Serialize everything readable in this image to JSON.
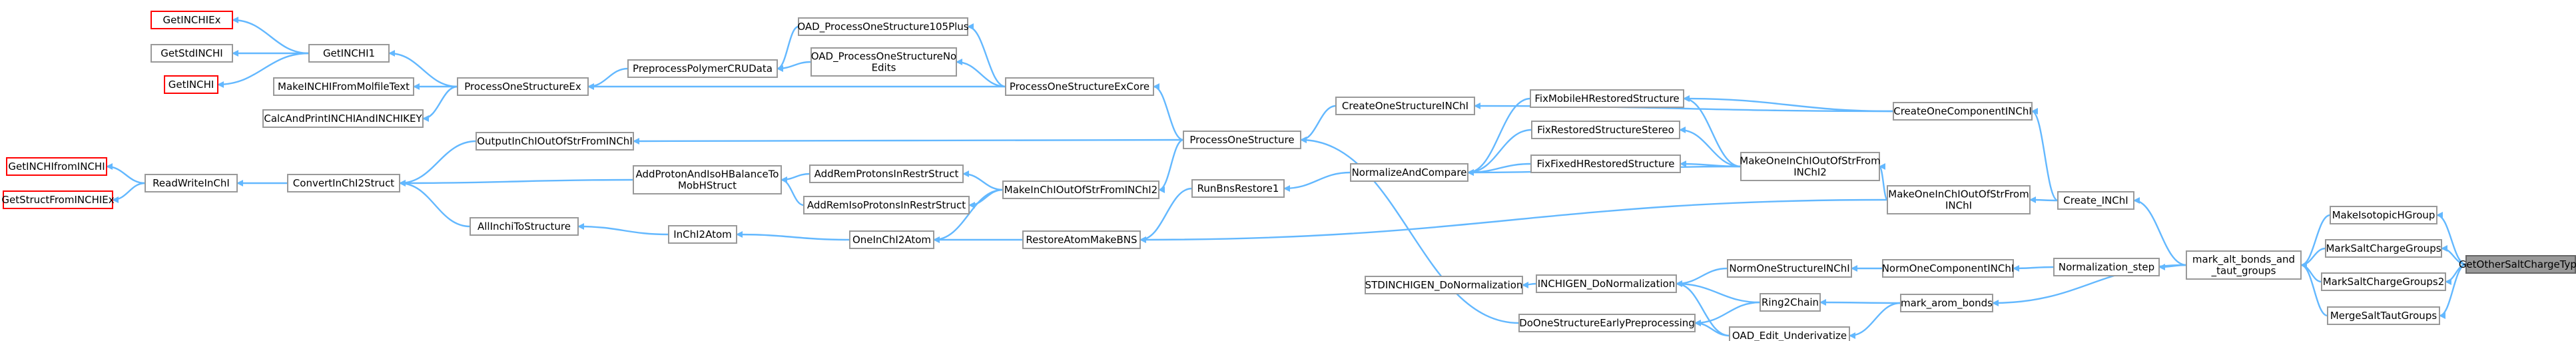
{
  "colors": {
    "edge": "#63b8ff",
    "node_border": "#999999",
    "node_border_red": "#ff0000",
    "focus_fill": "#999999"
  },
  "nodes": [
    {
      "id": "GetINCHIEx",
      "label": "GetINCHIEx",
      "style": "red"
    },
    {
      "id": "GetStdINCHI",
      "label": "GetStdINCHI",
      "style": "normal"
    },
    {
      "id": "GetINCHI",
      "label": "GetINCHI",
      "style": "red"
    },
    {
      "id": "GetINCHI1",
      "label": "GetINCHI1",
      "style": "normal"
    },
    {
      "id": "MakeINCHIFromMolfileText",
      "label": "MakeINCHIFromMolfileText",
      "style": "normal"
    },
    {
      "id": "CalcAndPrintINCHIAndINCHIKEY",
      "label": "CalcAndPrintINCHIAndINCHIKEY",
      "style": "normal"
    },
    {
      "id": "ProcessOneStructureEx",
      "label": "ProcessOneStructureEx",
      "style": "normal"
    },
    {
      "id": "PreprocessPolymerCRUData",
      "label": "PreprocessPolymerCRUData",
      "style": "normal"
    },
    {
      "id": "OAD_ProcessOneStructure105Plus",
      "label": "OAD_ProcessOneStructure105Plus",
      "style": "normal"
    },
    {
      "id": "OAD_ProcessOneStructureNoEdits",
      "label": "OAD_ProcessOneStructureNo\nEdits",
      "style": "normal"
    },
    {
      "id": "ProcessOneStructureExCore",
      "label": "ProcessOneStructureExCore",
      "style": "normal"
    },
    {
      "id": "ProcessOneStructure",
      "label": "ProcessOneStructure",
      "style": "normal"
    },
    {
      "id": "OutputInChIOutOfStrFromINChI",
      "label": "OutputInChIOutOfStrFromINChI",
      "style": "normal"
    },
    {
      "id": "GetINCHIfromINCHI",
      "label": "GetINCHIfromINCHI",
      "style": "red"
    },
    {
      "id": "GetStructFromINCHIEx",
      "label": "GetStructFromINCHIEx",
      "style": "red"
    },
    {
      "id": "ReadWriteInChI",
      "label": "ReadWriteInChI",
      "style": "normal"
    },
    {
      "id": "ConvertInChI2Struct",
      "label": "ConvertInChI2Struct",
      "style": "normal"
    },
    {
      "id": "AddProtonAndIsoHBalanceToMobHStruct",
      "label": "AddProtonAndIsoHBalanceTo\nMobHStruct",
      "style": "normal"
    },
    {
      "id": "AddRemProtonsInRestrStruct",
      "label": "AddRemProtonsInRestrStruct",
      "style": "normal"
    },
    {
      "id": "AddRemIsoProtonsInRestrStruct",
      "label": "AddRemIsoProtonsInRestrStruct",
      "style": "normal"
    },
    {
      "id": "MakeInChIOutOfStrFromINChI2",
      "label": "MakeInChIOutOfStrFromINChI2",
      "style": "normal"
    },
    {
      "id": "AllInchiToStructure",
      "label": "AllInchiToStructure",
      "style": "normal"
    },
    {
      "id": "InChI2Atom",
      "label": "InChI2Atom",
      "style": "normal"
    },
    {
      "id": "OneInChI2Atom",
      "label": "OneInChI2Atom",
      "style": "normal"
    },
    {
      "id": "RestoreAtomMakeBNS",
      "label": "RestoreAtomMakeBNS",
      "style": "normal"
    },
    {
      "id": "RunBnsRestore1",
      "label": "RunBnsRestore1",
      "style": "normal"
    },
    {
      "id": "CreateOneStructureINChI",
      "label": "CreateOneStructureINChI",
      "style": "normal"
    },
    {
      "id": "NormalizeAndCompare",
      "label": "NormalizeAndCompare",
      "style": "normal"
    },
    {
      "id": "FixMobileHRestoredStructure",
      "label": "FixMobileHRestoredStructure",
      "style": "normal"
    },
    {
      "id": "FixRestoredStructureStereo",
      "label": "FixRestoredStructureStereo",
      "style": "normal"
    },
    {
      "id": "FixFixedHRestoredStructure",
      "label": "FixFixedHRestoredStructure",
      "style": "normal"
    },
    {
      "id": "MakeOneInChIOutOfStrFromINChI2",
      "label": "MakeOneInChIOutOfStrFrom\nINChI2",
      "style": "normal"
    },
    {
      "id": "CreateOneComponentINChI",
      "label": "CreateOneComponentINChI",
      "style": "normal"
    },
    {
      "id": "MakeOneInChIOutOfStrFromINChI",
      "label": "MakeOneInChIOutOfStrFrom\nINChI",
      "style": "normal"
    },
    {
      "id": "Create_INChI",
      "label": "Create_INChI",
      "style": "normal"
    },
    {
      "id": "STDINCHIGEN_DoNormalization",
      "label": "STDINCHIGEN_DoNormalization",
      "style": "normal"
    },
    {
      "id": "INCHIGEN_DoNormalization",
      "label": "INCHIGEN_DoNormalization",
      "style": "normal"
    },
    {
      "id": "DoOneStructureEarlyPreprocessing",
      "label": "DoOneStructureEarlyPreprocessing",
      "style": "normal"
    },
    {
      "id": "NormOneStructureINChI",
      "label": "NormOneStructureINChI",
      "style": "normal"
    },
    {
      "id": "Ring2Chain",
      "label": "Ring2Chain",
      "style": "normal"
    },
    {
      "id": "OAD_Edit_Underivatize",
      "label": "OAD_Edit_Underivatize",
      "style": "normal"
    },
    {
      "id": "NormOneComponentINChI",
      "label": "NormOneComponentINChI",
      "style": "normal"
    },
    {
      "id": "mark_arom_bonds",
      "label": "mark_arom_bonds",
      "style": "normal"
    },
    {
      "id": "Normalization_step",
      "label": "Normalization_step",
      "style": "normal"
    },
    {
      "id": "mark_alt_bonds_and_taut_groups",
      "label": "mark_alt_bonds_and\n_taut_groups",
      "style": "normal"
    },
    {
      "id": "MakeIsotopicHGroup",
      "label": "MakeIsotopicHGroup",
      "style": "normal"
    },
    {
      "id": "MarkSaltChargeGroups",
      "label": "MarkSaltChargeGroups",
      "style": "normal"
    },
    {
      "id": "MarkSaltChargeGroups2",
      "label": "MarkSaltChargeGroups2",
      "style": "normal"
    },
    {
      "id": "MergeSaltTautGroups",
      "label": "MergeSaltTautGroups",
      "style": "normal"
    },
    {
      "id": "GetOtherSaltChargeType",
      "label": "GetOtherSaltChargeType",
      "style": "focus"
    }
  ],
  "edges": [
    [
      "GetOtherSaltChargeType",
      "MakeIsotopicHGroup"
    ],
    [
      "GetOtherSaltChargeType",
      "MarkSaltChargeGroups"
    ],
    [
      "GetOtherSaltChargeType",
      "MarkSaltChargeGroups2"
    ],
    [
      "GetOtherSaltChargeType",
      "MergeSaltTautGroups"
    ],
    [
      "MakeIsotopicHGroup",
      "mark_alt_bonds_and_taut_groups"
    ],
    [
      "MarkSaltChargeGroups",
      "mark_alt_bonds_and_taut_groups"
    ],
    [
      "MarkSaltChargeGroups2",
      "mark_alt_bonds_and_taut_groups"
    ],
    [
      "MergeSaltTautGroups",
      "mark_alt_bonds_and_taut_groups"
    ],
    [
      "mark_alt_bonds_and_taut_groups",
      "Create_INChI"
    ],
    [
      "mark_alt_bonds_and_taut_groups",
      "Normalization_step"
    ],
    [
      "mark_alt_bonds_and_taut_groups",
      "mark_arom_bonds"
    ],
    [
      "Create_INChI",
      "CreateOneComponentINChI"
    ],
    [
      "Create_INChI",
      "MakeOneInChIOutOfStrFromINChI"
    ],
    [
      "CreateOneComponentINChI",
      "CreateOneStructureINChI"
    ],
    [
      "CreateOneComponentINChI",
      "FixMobileHRestoredStructure"
    ],
    [
      "MakeOneInChIOutOfStrFromINChI",
      "RestoreAtomMakeBNS"
    ],
    [
      "MakeOneInChIOutOfStrFromINChI",
      "MakeOneInChIOutOfStrFromINChI2"
    ],
    [
      "MakeOneInChIOutOfStrFromINChI2",
      "FixMobileHRestoredStructure"
    ],
    [
      "MakeOneInChIOutOfStrFromINChI2",
      "FixRestoredStructureStereo"
    ],
    [
      "MakeOneInChIOutOfStrFromINChI2",
      "FixFixedHRestoredStructure"
    ],
    [
      "MakeOneInChIOutOfStrFromINChI2",
      "NormalizeAndCompare"
    ],
    [
      "FixMobileHRestoredStructure",
      "NormalizeAndCompare"
    ],
    [
      "FixRestoredStructureStereo",
      "NormalizeAndCompare"
    ],
    [
      "FixFixedHRestoredStructure",
      "NormalizeAndCompare"
    ],
    [
      "NormalizeAndCompare",
      "RunBnsRestore1"
    ],
    [
      "RunBnsRestore1",
      "RestoreAtomMakeBNS"
    ],
    [
      "RestoreAtomMakeBNS",
      "OneInChI2Atom"
    ],
    [
      "CreateOneStructureINChI",
      "ProcessOneStructure"
    ],
    [
      "ProcessOneStructure",
      "ProcessOneStructureExCore"
    ],
    [
      "ProcessOneStructure",
      "OutputInChIOutOfStrFromINChI"
    ],
    [
      "ProcessOneStructure",
      "MakeInChIOutOfStrFromINChI2"
    ],
    [
      "ProcessOneStructureExCore",
      "OAD_ProcessOneStructure105Plus"
    ],
    [
      "ProcessOneStructureExCore",
      "OAD_ProcessOneStructureNoEdits"
    ],
    [
      "ProcessOneStructureExCore",
      "ProcessOneStructureEx"
    ],
    [
      "OAD_ProcessOneStructure105Plus",
      "PreprocessPolymerCRUData"
    ],
    [
      "OAD_ProcessOneStructureNoEdits",
      "PreprocessPolymerCRUData"
    ],
    [
      "PreprocessPolymerCRUData",
      "ProcessOneStructureEx"
    ],
    [
      "ProcessOneStructureEx",
      "GetINCHI1"
    ],
    [
      "ProcessOneStructureEx",
      "MakeINCHIFromMolfileText"
    ],
    [
      "ProcessOneStructureEx",
      "CalcAndPrintINCHIAndINCHIKEY"
    ],
    [
      "GetINCHI1",
      "GetINCHIEx"
    ],
    [
      "GetINCHI1",
      "GetStdINCHI"
    ],
    [
      "GetINCHI1",
      "GetINCHI"
    ],
    [
      "OutputInChIOutOfStrFromINChI",
      "ConvertInChI2Struct"
    ],
    [
      "MakeInChIOutOfStrFromINChI2",
      "AddRemProtonsInRestrStruct"
    ],
    [
      "MakeInChIOutOfStrFromINChI2",
      "AddRemIsoProtonsInRestrStruct"
    ],
    [
      "MakeInChIOutOfStrFromINChI2",
      "OneInChI2Atom"
    ],
    [
      "AddRemProtonsInRestrStruct",
      "AddProtonAndIsoHBalanceToMobHStruct"
    ],
    [
      "AddRemIsoProtonsInRestrStruct",
      "AddProtonAndIsoHBalanceToMobHStruct"
    ],
    [
      "AddProtonAndIsoHBalanceToMobHStruct",
      "ConvertInChI2Struct"
    ],
    [
      "OneInChI2Atom",
      "InChI2Atom"
    ],
    [
      "InChI2Atom",
      "AllInchiToStructure"
    ],
    [
      "AllInchiToStructure",
      "ConvertInChI2Struct"
    ],
    [
      "ConvertInChI2Struct",
      "ReadWriteInChI"
    ],
    [
      "ReadWriteInChI",
      "GetINCHIfromINCHI"
    ],
    [
      "ReadWriteInChI",
      "GetStructFromINCHIEx"
    ],
    [
      "Normalization_step",
      "NormOneComponentINChI"
    ],
    [
      "NormOneComponentINChI",
      "NormOneStructureINChI"
    ],
    [
      "NormOneStructureINChI",
      "INCHIGEN_DoNormalization"
    ],
    [
      "INCHIGEN_DoNormalization",
      "STDINCHIGEN_DoNormalization"
    ],
    [
      "mark_arom_bonds",
      "Ring2Chain"
    ],
    [
      "mark_arom_bonds",
      "OAD_Edit_Underivatize"
    ],
    [
      "Ring2Chain",
      "INCHIGEN_DoNormalization"
    ],
    [
      "Ring2Chain",
      "DoOneStructureEarlyPreprocessing"
    ],
    [
      "OAD_Edit_Underivatize",
      "INCHIGEN_DoNormalization"
    ],
    [
      "OAD_Edit_Underivatize",
      "DoOneStructureEarlyPreprocessing"
    ],
    [
      "DoOneStructureEarlyPreprocessing",
      "ProcessOneStructure"
    ]
  ]
}
